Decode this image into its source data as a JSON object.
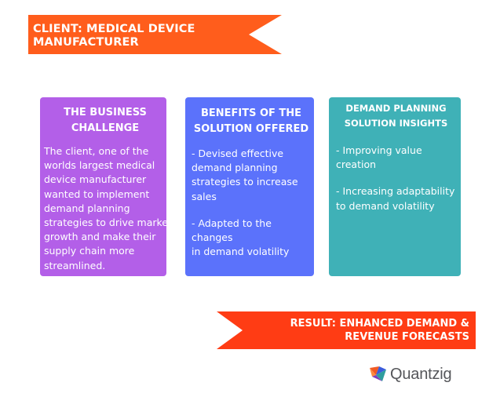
{
  "client_banner": {
    "lines": [
      "CLIENT: MEDICAL DEVICE",
      "MANUFACTURER"
    ],
    "color": "#ff5d1c"
  },
  "cards": [
    {
      "title": [
        "THE BUSINESS",
        "CHALLENGE"
      ],
      "body": [
        "The client, one of the",
        "worlds largest medical",
        "device manufacturer",
        "wanted to implement",
        "demand planning",
        "strategies to drive market",
        "growth and make their",
        "supply chain more",
        "streamlined."
      ],
      "color": "#b35fe8"
    },
    {
      "title": [
        "BENEFITS OF THE",
        "SOLUTION OFFERED"
      ],
      "body": [
        "- Devised effective",
        "demand planning",
        "strategies to increase",
        "sales"
      ],
      "body2": [
        "- Adapted to the changes",
        "in demand volatility"
      ],
      "color": "#5b72fb"
    },
    {
      "title": [
        "DEMAND PLANNING",
        "SOLUTION INSIGHTS"
      ],
      "body": [
        "- Improving value",
        "creation"
      ],
      "body2": [
        "- Increasing adaptability",
        "to demand volatility"
      ],
      "color": "#3fb1b7"
    }
  ],
  "result_banner": {
    "lines": [
      "RESULT: ENHANCED DEMAND &",
      "REVENUE FORECASTS"
    ],
    "color": "#ff3c14"
  },
  "logo": {
    "text": "Quantzig",
    "icon": "quantzig-logo-icon"
  }
}
